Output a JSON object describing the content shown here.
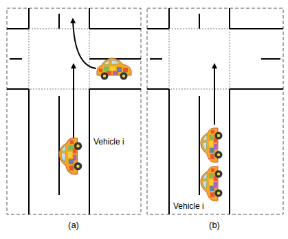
{
  "diagram": {
    "labels": [
      "Vehicle i",
      "(a)",
      "Vehicle i",
      "(b)"
    ]
  }
}
